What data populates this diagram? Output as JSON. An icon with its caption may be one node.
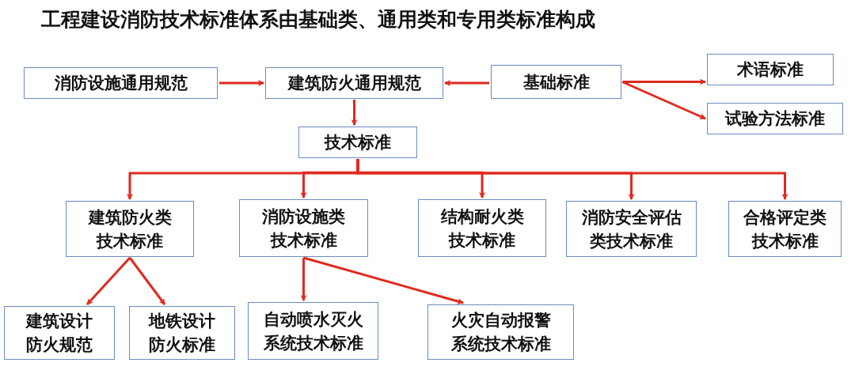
{
  "diagram": {
    "title": "工程建设消防技术标准体系由基础类、通用类和专用类标准构成",
    "nodes": [
      {
        "text": [
          "消防设施通用规范"
        ]
      },
      {
        "text": [
          "建筑防火通用规范"
        ]
      },
      {
        "text": [
          "基础标准"
        ]
      },
      {
        "text": [
          "术语标准"
        ]
      },
      {
        "text": [
          "试验方法标准"
        ]
      },
      {
        "text": [
          "技术标准"
        ]
      },
      {
        "text": [
          "建筑防火类技术标准"
        ]
      },
      {
        "text": [
          "消防设施类技术标准"
        ]
      },
      {
        "text": [
          "结构耐火类技术标准"
        ]
      },
      {
        "text": [
          "消防安全评估类技术标准"
        ]
      },
      {
        "text": [
          "合格评定类技术标准"
        ]
      },
      {
        "text": [
          "建筑设计防火规范"
        ]
      },
      {
        "text": [
          "地铁设计防火标准"
        ]
      },
      {
        "text": [
          "自动喷水灭火系统技术标准"
        ]
      },
      {
        "text": [
          "火灾自动报警系统技术标准"
        ]
      }
    ],
    "edges": [
      {
        "from": 0,
        "to": 1,
        "arrow": "to"
      },
      {
        "from": 2,
        "to": 1,
        "arrow": "to"
      },
      {
        "from": 2,
        "to": 3,
        "arrow": "to"
      },
      {
        "from": 2,
        "to": 4,
        "arrow": "to"
      },
      {
        "from": 1,
        "to": 5,
        "arrow": "to"
      },
      {
        "from": 5,
        "to": 6,
        "arrow": "to"
      },
      {
        "from": 5,
        "to": 7,
        "arrow": "to"
      },
      {
        "from": 5,
        "to": 8,
        "arrow": "to"
      },
      {
        "from": 5,
        "to": 9,
        "arrow": "to"
      },
      {
        "from": 5,
        "to": 10,
        "arrow": "to"
      },
      {
        "from": 6,
        "to": 11,
        "arrow": "to"
      },
      {
        "from": 6,
        "to": 12,
        "arrow": "to"
      },
      {
        "from": 7,
        "to": 13,
        "arrow": "to"
      },
      {
        "from": 7,
        "to": 14,
        "arrow": "to"
      }
    ]
  }
}
